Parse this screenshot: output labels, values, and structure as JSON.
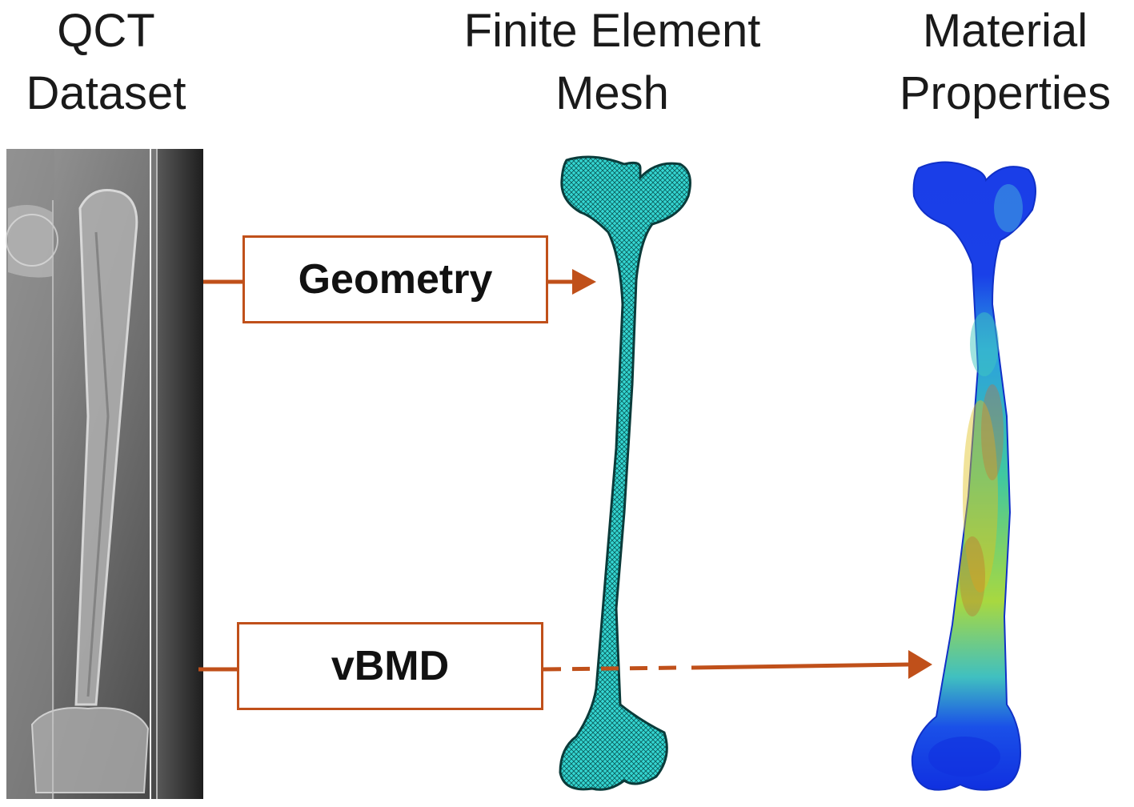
{
  "columns": {
    "qct": {
      "line1": "QCT",
      "line2": "Dataset"
    },
    "fem": {
      "line1": "Finite Element",
      "line2": "Mesh"
    },
    "material": {
      "line1": "Material",
      "line2": "Properties"
    }
  },
  "boxes": {
    "geometry": "Geometry",
    "vbmd": "vBMD"
  },
  "colors": {
    "arrow": "#c0501a",
    "mesh": "#2fd3cf",
    "bone_low": "#1030e0",
    "bone_mid": "#30c0c0",
    "bone_high": "#e0d020"
  },
  "icons": {
    "xray": "qct-xray-image",
    "mesh": "femur-mesh-image",
    "material": "femur-material-heatmap-image"
  }
}
